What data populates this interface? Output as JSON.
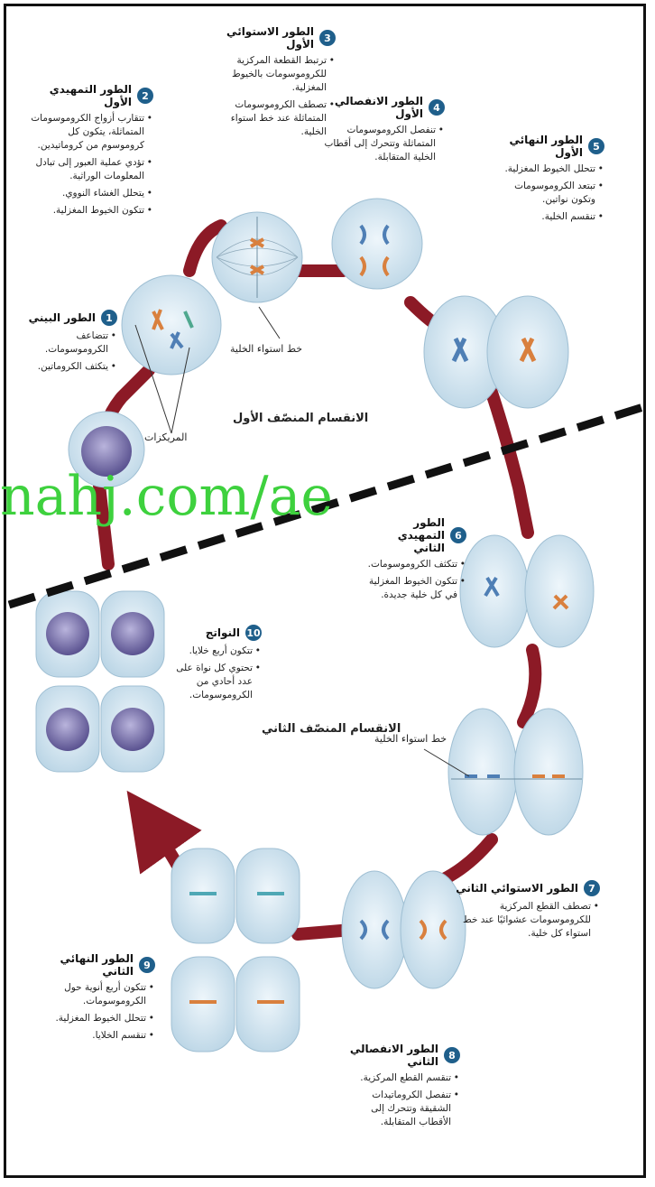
{
  "stages": [
    {
      "num": "1",
      "title": "الطور البيني",
      "bullets": [
        "تتضاعف الكروموسومات.",
        "يتكثف الكروماتين."
      ]
    },
    {
      "num": "2",
      "title": "الطور التمهيدي الأول",
      "bullets": [
        "تتقارب أزواج الكروموسومات المتماثلة، يتكون كل كروموسوم من كروماتيدين.",
        "تؤدي عملية العبور إلى تبادل المعلومات الوراثية.",
        "يتحلل الغشاء النووي.",
        "تتكون الخيوط المغزلية."
      ]
    },
    {
      "num": "3",
      "title": "الطور الاستوائي الأول",
      "bullets": [
        "ترتبط القطعة المركزية للكروموسومات بالخيوط المغزلية.",
        "تصطف الكروموسومات المتماثلة عند خط استواء الخلية."
      ]
    },
    {
      "num": "4",
      "title": "الطور الانفصالي الأول",
      "bullets": [
        "تنفصل الكروموسومات المتماثلة وتتحرك إلى أقطاب الخلية المتقابلة."
      ]
    },
    {
      "num": "5",
      "title": "الطور النهائي الأول",
      "bullets": [
        "تتحلل الخيوط المغزلية.",
        "تبتعد الكروموسومات وتكون نواتين.",
        "تنقسم الخلية."
      ]
    },
    {
      "num": "6",
      "title": "الطور التمهيدي الثاني",
      "bullets": [
        "تتكثف الكروموسومات.",
        "تتكون الخيوط المغزلية في كل خلية جديدة."
      ]
    },
    {
      "num": "7",
      "title": "الطور الاستوائي الثاني",
      "bullets": [
        "تصطف القطع المركزية للكروموسومات عشوائيًا عند خط استواء كل خلية."
      ]
    },
    {
      "num": "8",
      "title": "الطور الانفصالي الثاني",
      "bullets": [
        "تنقسم القطع المركزية.",
        "تنفصل الكروماتيدات الشقيقة وتتحرك إلى الأقطاب المتقابلة."
      ]
    },
    {
      "num": "9",
      "title": "الطور النهائي الثاني",
      "bullets": [
        "تتكون أربع أنوية حول الكروموسومات.",
        "تتحلل الخيوط المغزلية.",
        "تنقسم الخلايا."
      ]
    },
    {
      "num": "10",
      "title": "النواتج",
      "bullets": [
        "تتكون أربع خلايا.",
        "تحتوي كل نواة على عدد أحادي من الكروموسومات."
      ]
    }
  ],
  "labels": {
    "centrioles": "المريكزات",
    "equator1": "خط استواء الخلية",
    "equator2": "خط استواء الخلية",
    "meiosis1": "الانقسام المنصّف الأول",
    "meiosis2": "الانقسام المنصّف الثاني"
  },
  "watermark": "nahj.com/ae",
  "colors": {
    "cycle": "#8c1a26",
    "badge": "#1f5f8b",
    "cell": "#cfe3ef",
    "nucleus": "#7b74a8",
    "chrom_blue": "#4f7fb5",
    "chrom_orange": "#d9803e"
  }
}
